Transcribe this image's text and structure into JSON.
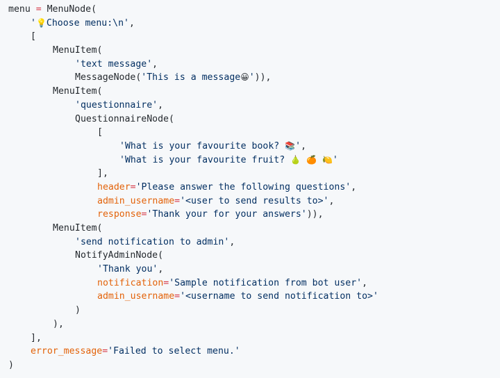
{
  "colors": {
    "background": "#f6f8fa",
    "text": "#24292e",
    "string": "#032f62",
    "operator": "#d73a49",
    "keyword_arg": "#e36209"
  },
  "code": {
    "lines": [
      {
        "indent": 0,
        "tokens": [
          {
            "t": "menu ",
            "c": "plain"
          },
          {
            "t": "=",
            "c": "op"
          },
          {
            "t": " MenuNode(",
            "c": "plain"
          }
        ]
      },
      {
        "indent": 4,
        "tokens": [
          {
            "t": "'",
            "c": "str"
          },
          {
            "t": "💡",
            "c": "emoji"
          },
          {
            "t": "Choose menu:\\n'",
            "c": "str"
          },
          {
            "t": ",",
            "c": "plain"
          }
        ]
      },
      {
        "indent": 4,
        "tokens": [
          {
            "t": "[",
            "c": "plain"
          }
        ]
      },
      {
        "indent": 8,
        "tokens": [
          {
            "t": "MenuItem(",
            "c": "plain"
          }
        ]
      },
      {
        "indent": 12,
        "tokens": [
          {
            "t": "'text message'",
            "c": "str"
          },
          {
            "t": ",",
            "c": "plain"
          }
        ]
      },
      {
        "indent": 12,
        "tokens": [
          {
            "t": "MessageNode(",
            "c": "plain"
          },
          {
            "t": "'This is a message",
            "c": "str"
          },
          {
            "t": "😀",
            "c": "emoji"
          },
          {
            "t": "'",
            "c": "str"
          },
          {
            "t": ")),",
            "c": "plain"
          }
        ]
      },
      {
        "indent": 8,
        "tokens": [
          {
            "t": "MenuItem(",
            "c": "plain"
          }
        ]
      },
      {
        "indent": 12,
        "tokens": [
          {
            "t": "'questionnaire'",
            "c": "str"
          },
          {
            "t": ",",
            "c": "plain"
          }
        ]
      },
      {
        "indent": 12,
        "tokens": [
          {
            "t": "QuestionnaireNode(",
            "c": "plain"
          }
        ]
      },
      {
        "indent": 16,
        "tokens": [
          {
            "t": "[",
            "c": "plain"
          }
        ]
      },
      {
        "indent": 20,
        "tokens": [
          {
            "t": "'What is your favourite book? ",
            "c": "str"
          },
          {
            "t": "📚",
            "c": "emoji"
          },
          {
            "t": "'",
            "c": "str"
          },
          {
            "t": ",",
            "c": "plain"
          }
        ]
      },
      {
        "indent": 20,
        "tokens": [
          {
            "t": "'What is your favourite fruit? ",
            "c": "str"
          },
          {
            "t": "🍐",
            "c": "emoji"
          },
          {
            "t": " ",
            "c": "str"
          },
          {
            "t": "🍊",
            "c": "emoji"
          },
          {
            "t": " ",
            "c": "str"
          },
          {
            "t": "🍋",
            "c": "emoji"
          },
          {
            "t": "'",
            "c": "str"
          }
        ]
      },
      {
        "indent": 16,
        "tokens": [
          {
            "t": "],",
            "c": "plain"
          }
        ]
      },
      {
        "indent": 16,
        "tokens": [
          {
            "t": "header",
            "c": "kw"
          },
          {
            "t": "=",
            "c": "op"
          },
          {
            "t": "'Please answer the following questions'",
            "c": "str"
          },
          {
            "t": ",",
            "c": "plain"
          }
        ]
      },
      {
        "indent": 16,
        "tokens": [
          {
            "t": "admin_username",
            "c": "kw"
          },
          {
            "t": "=",
            "c": "op"
          },
          {
            "t": "'<user to send results to>'",
            "c": "str"
          },
          {
            "t": ",",
            "c": "plain"
          }
        ]
      },
      {
        "indent": 16,
        "tokens": [
          {
            "t": "response",
            "c": "kw"
          },
          {
            "t": "=",
            "c": "op"
          },
          {
            "t": "'Thank your for your answers'",
            "c": "str"
          },
          {
            "t": ")),",
            "c": "plain"
          }
        ]
      },
      {
        "indent": 8,
        "tokens": [
          {
            "t": "MenuItem(",
            "c": "plain"
          }
        ]
      },
      {
        "indent": 12,
        "tokens": [
          {
            "t": "'send notification to admin'",
            "c": "str"
          },
          {
            "t": ",",
            "c": "plain"
          }
        ]
      },
      {
        "indent": 12,
        "tokens": [
          {
            "t": "NotifyAdminNode(",
            "c": "plain"
          }
        ]
      },
      {
        "indent": 16,
        "tokens": [
          {
            "t": "'Thank you'",
            "c": "str"
          },
          {
            "t": ",",
            "c": "plain"
          }
        ]
      },
      {
        "indent": 16,
        "tokens": [
          {
            "t": "notification",
            "c": "kw"
          },
          {
            "t": "=",
            "c": "op"
          },
          {
            "t": "'Sample notification from bot user'",
            "c": "str"
          },
          {
            "t": ",",
            "c": "plain"
          }
        ]
      },
      {
        "indent": 16,
        "tokens": [
          {
            "t": "admin_username",
            "c": "kw"
          },
          {
            "t": "=",
            "c": "op"
          },
          {
            "t": "'<username to send notification to>'",
            "c": "str"
          }
        ]
      },
      {
        "indent": 12,
        "tokens": [
          {
            "t": ")",
            "c": "plain"
          }
        ]
      },
      {
        "indent": 8,
        "tokens": [
          {
            "t": "),",
            "c": "plain"
          }
        ]
      },
      {
        "indent": 4,
        "tokens": [
          {
            "t": "],",
            "c": "plain"
          }
        ]
      },
      {
        "indent": 4,
        "tokens": [
          {
            "t": "error_message",
            "c": "kw"
          },
          {
            "t": "=",
            "c": "op"
          },
          {
            "t": "'Failed to select menu.'",
            "c": "str"
          }
        ]
      },
      {
        "indent": 0,
        "tokens": [
          {
            "t": ")",
            "c": "plain"
          }
        ]
      }
    ]
  }
}
